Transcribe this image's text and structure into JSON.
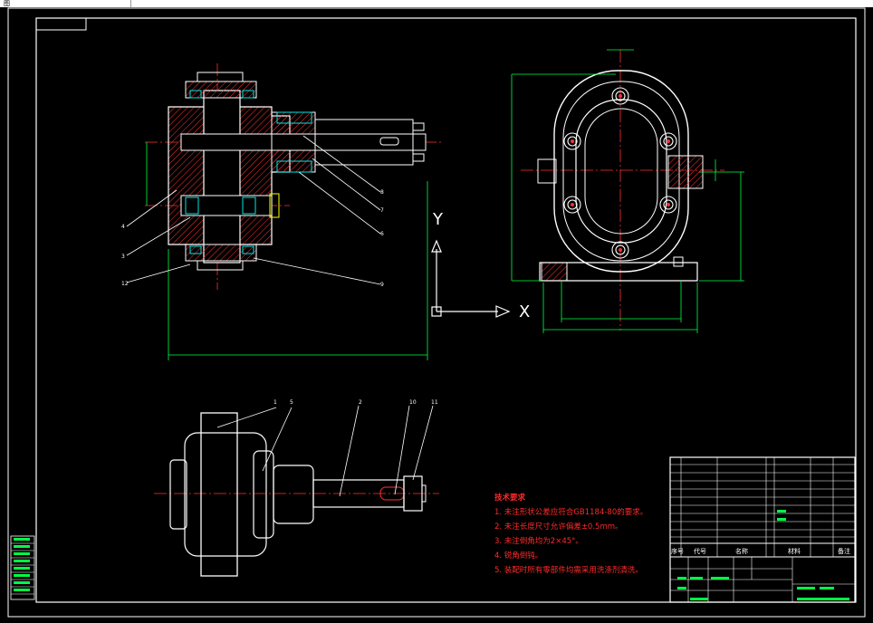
{
  "app": {
    "tab_label": "图"
  },
  "axes": {
    "y_label": "Y",
    "x_label": "X"
  },
  "tech_requirements": {
    "title": "技术要求",
    "items": [
      "1. 未注形状公差应符合GB1184-80的要求。",
      "2. 未注长度尺寸允许偏差±0.5mm。",
      "3. 未注倒角均为2×45°。",
      "4. 锐角倒钝。",
      "5. 装配时所有零部件均需采用洗涤剂清洗。"
    ]
  },
  "title_block": {
    "col_code": "代号",
    "col_name": "名称",
    "col_material": "材料",
    "col_note": "备注",
    "col_seq": "序号"
  },
  "balloons": {
    "left_view": [
      "4",
      "3",
      "12",
      "8",
      "7",
      "6",
      "9"
    ],
    "bottom_view": [
      "1",
      "5",
      "2",
      "10",
      "11"
    ]
  },
  "colors": {
    "outline": "#ffffff",
    "hatch": "#ff3030",
    "center": "#ff3030",
    "dimension": "#00ff44",
    "part": "#00e5e5",
    "text_red": "#ff2a2a"
  }
}
